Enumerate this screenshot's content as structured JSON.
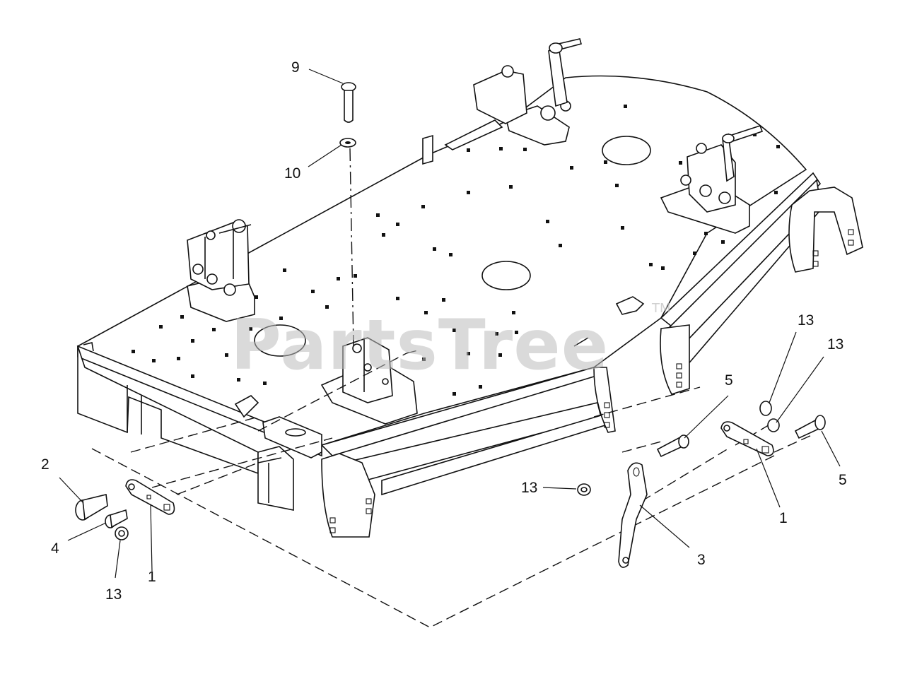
{
  "watermark": {
    "text": "PartsTree",
    "trademark": "TM"
  },
  "callouts": [
    {
      "id": "c9",
      "label": "9"
    },
    {
      "id": "c10",
      "label": "10"
    },
    {
      "id": "c2",
      "label": "2"
    },
    {
      "id": "c4",
      "label": "4"
    },
    {
      "id": "c13a",
      "label": "13"
    },
    {
      "id": "c1a",
      "label": "1"
    },
    {
      "id": "c13b",
      "label": "13"
    },
    {
      "id": "c3",
      "label": "3"
    },
    {
      "id": "c5a",
      "label": "5"
    },
    {
      "id": "c13c",
      "label": "13"
    },
    {
      "id": "c13d",
      "label": "13"
    },
    {
      "id": "c5b",
      "label": "5"
    },
    {
      "id": "c1b",
      "label": "1"
    }
  ]
}
